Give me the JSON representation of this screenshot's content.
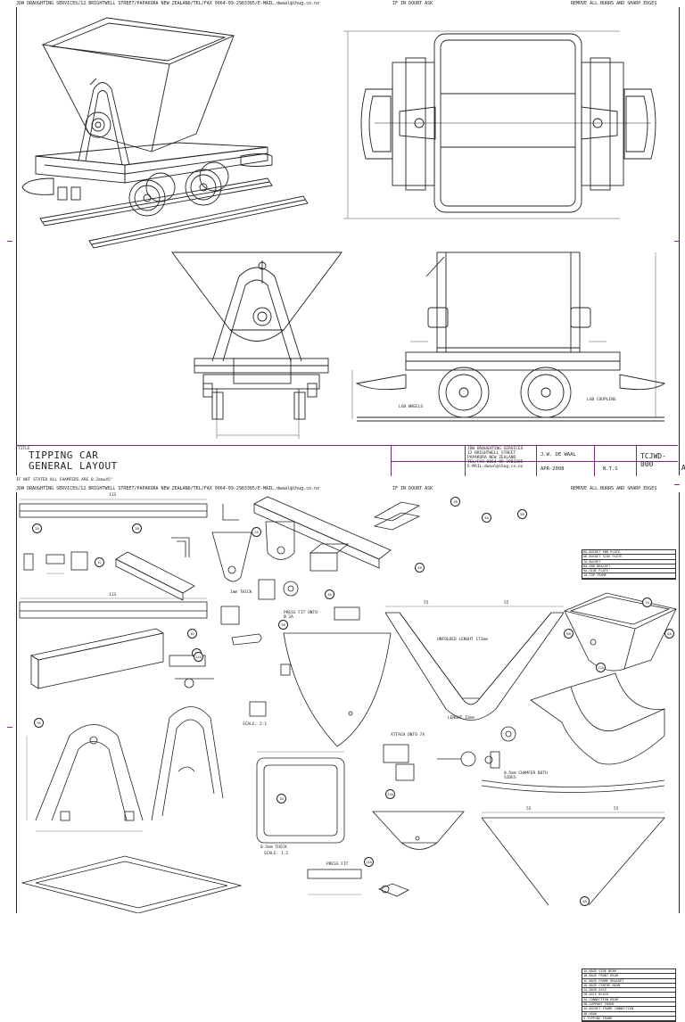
{
  "header": {
    "company_line": "JDW DRAUGHTING SERVICES/12 BRIGHTWELL STREET/PAPAKURA NEW ZEALAND/TEL/FAX 0064-09-2983385/E-MAIL.dwaal@ihug.co.nz",
    "doubt_note": "IF IN DOUBT ASK",
    "burrs_note": "REMOVE ALL BURRS AND SHARP EDGES"
  },
  "sheet1": {
    "title_label": "TITLE",
    "title_line1": "TIPPING CAR",
    "title_line2": "GENERAL LAYOUT",
    "chamfer_note": "IF NOT STATED ALL CHAMFERS ARE 0.2mmx45°",
    "company_block": [
      "JDW DRAUGHTING SERVICES",
      "12 BRIGHTWELL STREET",
      "PAPAKURA NEW ZEALAND",
      "TEL/FAX 0064-09-2983385",
      "E-MAIL.dwaal@ihug.co.nz"
    ],
    "drawn_by": "J.W. DE WAAL",
    "date": "APR-2008",
    "scale": "N.T.S",
    "drawing_number": "TCJWD-000",
    "revision": "A",
    "labels": {
      "lgb_wheels": "LGB WHEELS",
      "lgb_coupling": "LGB COUPLING"
    }
  },
  "sheet2": {
    "dims": {
      "len_113_a": "113",
      "len_113_b": "113",
      "len_55_a": "55",
      "len_55_b": "55",
      "len_55_c": "55",
      "len_55_d": "55",
      "unfolded": "UNFOLDED LENGHT 172mm",
      "lenght": "LENGHT 11mm",
      "thick_a": "1mm THICK",
      "press_fit_a": "PRESS FIT ONTO Ø 2A",
      "scale_a": "SCALE: 2:1",
      "attach": "ATTACH ONTO 7A",
      "chamfer": "0.5mm CHAMFER BOTH SIDES",
      "thick_b": "0.5mm THICK",
      "scale_b": "SCALE: 1:2",
      "press_fit_b": "PRESS FIT"
    },
    "parts_table_1": [
      "1A-BASE SIDE BEAM",
      "1B-BASE FRONT BEAM",
      "1C-BASE FRAME BRACKET",
      "1D-BASE CENTRE BEAM",
      "2A-BASE AXLE",
      "2B-AXLE BLOCK",
      "3A-CONNECTION BEAM",
      "3B-SUPPORT FRAME",
      "4A-BUCKET FRAME CONNECTION",
      "4B-HOOK",
      "5-TIPPING FRAME"
    ],
    "parts_table_2": [
      "6A-BUCKET END PLATE",
      "6B-BUCKET SIDE PLATE",
      "7A-BUCKET",
      "8A-END BRACKET",
      "9A-SIDE PLATE",
      "10-TOP FRAME"
    ],
    "balloons": [
      "1A",
      "1B",
      "1C",
      "1D",
      "2A",
      "2B",
      "3A",
      "3B",
      "4A",
      "4B",
      "5A",
      "5B",
      "6A",
      "6B",
      "7A",
      "8A",
      "9A",
      "10",
      "11A",
      "12A",
      "13A",
      "14A"
    ]
  },
  "colors": {
    "line": "#222222",
    "border": "#7a2a7a"
  }
}
